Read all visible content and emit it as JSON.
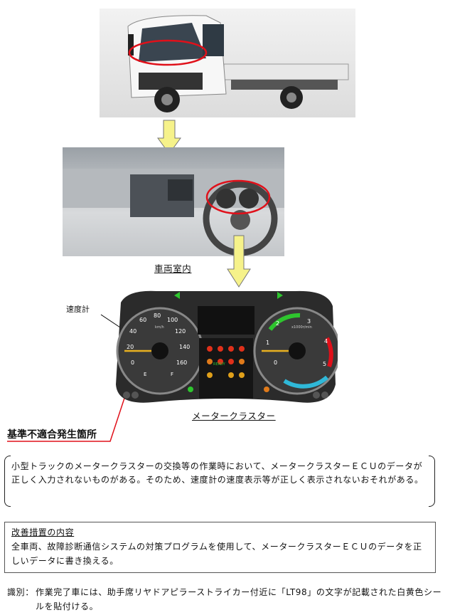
{
  "labels": {
    "cabin": "車両室内",
    "speedometer": "速度計",
    "cluster": "メータークラスター",
    "defect_location": "基準不適合発生箇所"
  },
  "defect_description": "小型トラックのメータークラスターの交換等の作業時において、メータークラスターＥＣＵのデータが正しく入力されないものがある。そのため、速度計の速度表示等が正しく表示されないおそれがある。",
  "remedy": {
    "title": "改善措置の内容",
    "body": "全車両、故障診断通信システムの対策プログラムを使用して、メータークラスターＥＣＵのデータを正しいデータに書き換える。"
  },
  "identification": {
    "label": "識別：",
    "body": "作業完了車には、助手席リヤドアピラーストライカー付近に「LT98」の文字が記載された白黄色シールを貼付ける。"
  },
  "gauges": {
    "speed_ticks": [
      "0",
      "20",
      "40",
      "60",
      "80",
      "100",
      "120",
      "140",
      "160"
    ],
    "speed_unit": "km/h",
    "tacho_ticks": [
      "0",
      "1",
      "2",
      "3",
      "4",
      "5"
    ],
    "tacho_unit": "x1000r/min",
    "fuel_e": "E",
    "fuel_f": "F",
    "ready": "READY"
  },
  "colors": {
    "highlight": "#e0101a",
    "arrow": "#f6f28a"
  }
}
